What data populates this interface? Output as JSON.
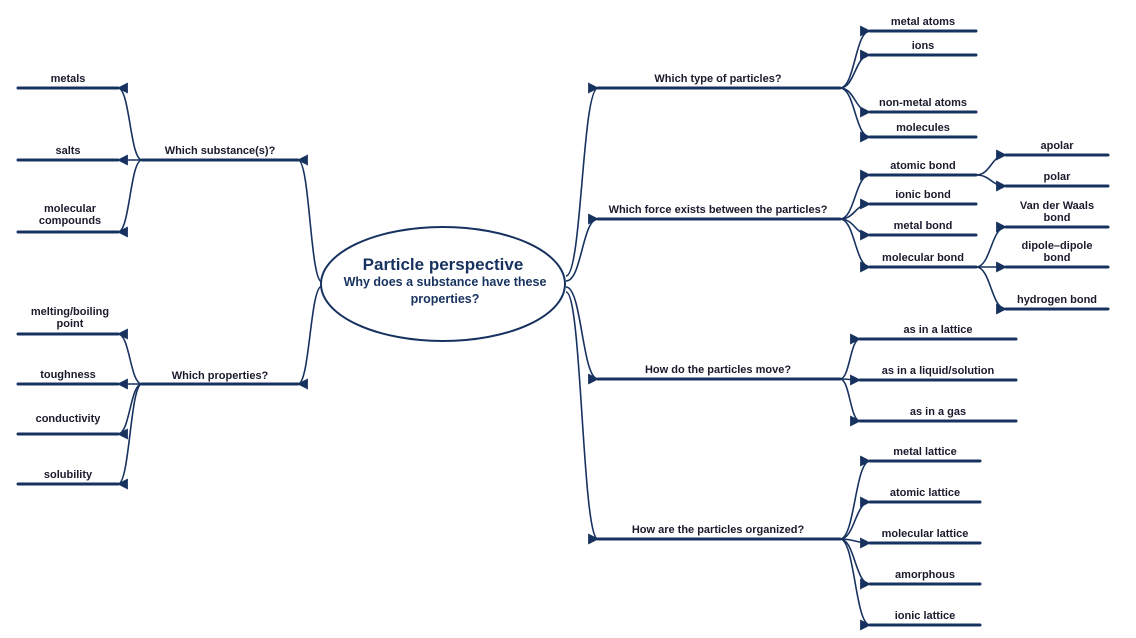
{
  "center": {
    "title": "Particle perspective",
    "subtitle": "Why does a substance have these properties?"
  },
  "branches": {
    "substances": {
      "label": "Which substance(s)?",
      "items": [
        "metals",
        "salts",
        "molecular compounds"
      ]
    },
    "properties": {
      "label": "Which properties?",
      "items": [
        "melting/boiling point",
        "toughness",
        "conductivity",
        "solubility"
      ]
    },
    "particle_type": {
      "label": "Which type of particles?",
      "items": [
        "metal atoms",
        "ions",
        "non-metal atoms",
        "molecules"
      ]
    },
    "forces": {
      "label": "Which force exists between the particles?",
      "items": [
        "atomic bond",
        "ionic bond",
        "metal bond",
        "molecular bond"
      ],
      "atomic_bond_items": [
        "apolar",
        "polar"
      ],
      "molecular_bond_items": [
        "Van der Waals bond",
        "dipole–dipole bond",
        "hydrogen bond"
      ]
    },
    "movement": {
      "label": "How do the particles move?",
      "items": [
        "as in a lattice",
        "as in a liquid/solution",
        "as in a gas"
      ]
    },
    "organization": {
      "label": "How are the particles organized?",
      "items": [
        "metal lattice",
        "atomic lattice",
        "molecular lattice",
        "amorphous",
        "ionic lattice"
      ]
    }
  },
  "colors": {
    "line": "#17325f",
    "text": "#1b1b2e",
    "title": "#17325f"
  }
}
